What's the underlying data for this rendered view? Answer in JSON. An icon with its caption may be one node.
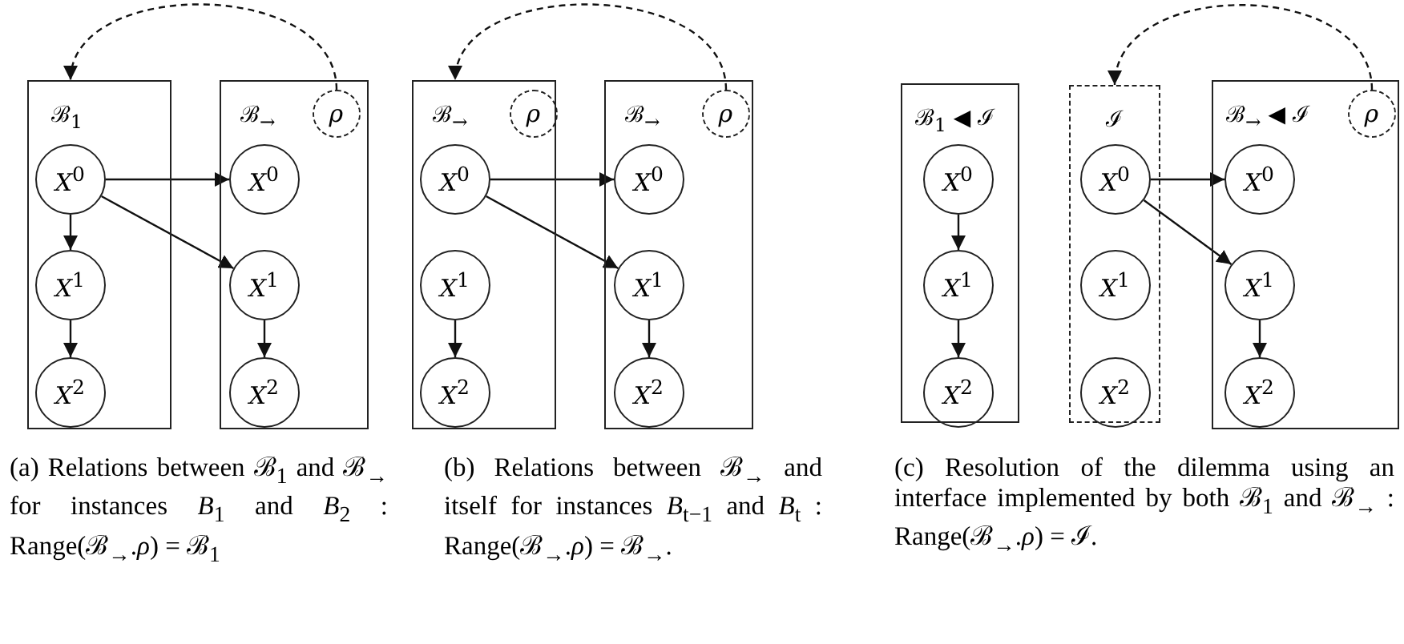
{
  "diagram": {
    "nodes": [
      {
        "text": [
          "ℬ$_{1}$"
        ]
      },
      {
        "text": [
          "*X*$^{0}$"
        ],
        "in": 0
      },
      {
        "text": [
          "*X*$^{1}$"
        ],
        "in": 0
      },
      {
        "text": [
          "*X*$^{2}$"
        ],
        "in": 0
      },
      {
        "text": [
          "ℬ$_{→}$"
        ]
      },
      {
        "text": [
          "*ρ*"
        ],
        "in": 4
      },
      {
        "text": [
          "*X*$^{0}$"
        ],
        "in": 4
      },
      {
        "text": [
          "*X*$^{1}$"
        ],
        "in": 4
      },
      {
        "text": [
          "*X*$^{2}$"
        ],
        "in": 4
      },
      {
        "text": [
          "ℬ$_{→}$"
        ]
      },
      {
        "text": [
          "*ρ*"
        ],
        "in": 9
      },
      {
        "text": [
          "*X*$^{0}$"
        ],
        "in": 9
      },
      {
        "text": [
          "*X*$^{1}$"
        ],
        "in": 9
      },
      {
        "text": [
          "*X*$^{2}$"
        ],
        "in": 9
      },
      {
        "text": [
          "ℬ$_{→}$"
        ]
      },
      {
        "text": [
          "*ρ*"
        ],
        "in": 14
      },
      {
        "text": [
          "*X*$^{0}$"
        ],
        "in": 14
      },
      {
        "text": [
          "*X*$^{1}$"
        ],
        "in": 14
      },
      {
        "text": [
          "*X*$^{2}$"
        ],
        "in": 14
      },
      {
        "text": [
          "ℬ$_{1}$ ◀ ℐ"
        ]
      },
      {
        "text": [
          "*X*$^{0}$"
        ],
        "in": 19
      },
      {
        "text": [
          "*X*$^{1}$"
        ],
        "in": 19
      },
      {
        "text": [
          "*X*$^{2}$"
        ],
        "in": 19
      },
      {
        "text": [
          "ℐ"
        ]
      },
      {
        "text": [
          "*X*$^{0}$"
        ],
        "in": 23
      },
      {
        "text": [
          "*X*$^{1}$"
        ],
        "in": 23
      },
      {
        "text": [
          "*X*$^{2}$"
        ],
        "in": 23
      },
      {
        "text": [
          "ℬ$_{→}$ ◀ ℐ"
        ]
      },
      {
        "text": [
          "*ρ*"
        ],
        "in": 27
      },
      {
        "text": [
          "*X*$^{0}$"
        ],
        "in": 27
      },
      {
        "text": [
          "*X*$^{1}$"
        ],
        "in": 27
      },
      {
        "text": [
          "*X*$^{2}$"
        ],
        "in": 27
      }
    ],
    "edges": [
      {
        "from": 5,
        "to": 0,
        "arrow": "to",
        "style": "dashed"
      },
      {
        "from": 1,
        "to": 6,
        "arrow": "to"
      },
      {
        "from": 1,
        "to": 7,
        "arrow": "to"
      },
      {
        "from": 1,
        "to": 2,
        "arrow": "to"
      },
      {
        "from": 2,
        "to": 3,
        "arrow": "to"
      },
      {
        "from": 7,
        "to": 8,
        "arrow": "to"
      },
      {
        "from": 15,
        "to": 9,
        "arrow": "to",
        "style": "dashed"
      },
      {
        "from": 11,
        "to": 16,
        "arrow": "to"
      },
      {
        "from": 11,
        "to": 17,
        "arrow": "to"
      },
      {
        "from": 12,
        "to": 13,
        "arrow": "to"
      },
      {
        "from": 17,
        "to": 18,
        "arrow": "to"
      },
      {
        "from": 20,
        "to": 21,
        "arrow": "to"
      },
      {
        "from": 21,
        "to": 22,
        "arrow": "to"
      },
      {
        "from": 28,
        "to": 23,
        "arrow": "to",
        "style": "dashed"
      },
      {
        "from": 24,
        "to": 29,
        "arrow": "to"
      },
      {
        "from": 24,
        "to": 30,
        "arrow": "to"
      },
      {
        "from": 30,
        "to": 31,
        "arrow": "to"
      }
    ],
    "labels": [
      "(a) Relations between ℬ$_{1}$ and ℬ$_{→}$ for instances *B*$_{1}$ and *B*$_{2}$ : Range(ℬ$_{→}$.*ρ*) = ℬ$_{1}$",
      "(b) Relations between ℬ$_{→}$ and itself for instances *B*$_{t−1}$ and *B*$_{t}$ : Range(ℬ$_{→}$.*ρ*) = ℬ$_{→}$.",
      "(c) Resolution of the dilemma using an interface implemented by both ℬ$_{1}$ and ℬ$_{→}$ : Range(ℬ$_{→}$.*ρ*) = ℐ."
    ]
  }
}
